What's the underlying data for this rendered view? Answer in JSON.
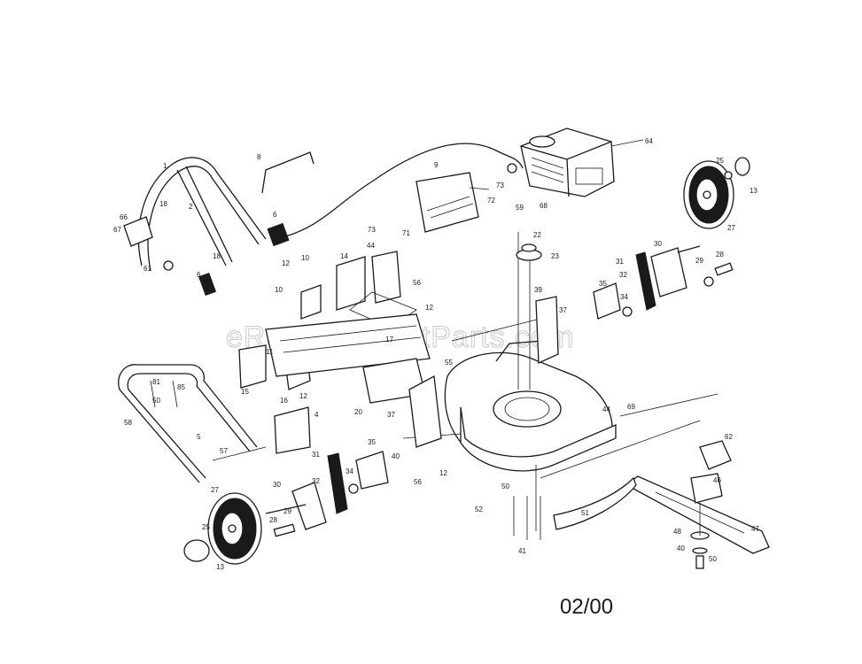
{
  "watermark": "eReplacementParts.com",
  "date_code": "02/00",
  "labels": {
    "l1": "1",
    "l2": "2",
    "l5": "5",
    "l6": "6",
    "l6b": "6",
    "l8": "8",
    "l9": "9",
    "l10": "10",
    "l10b": "10",
    "l11": "11",
    "l12a": "12",
    "l12b": "12",
    "l12c": "12",
    "l12d": "12",
    "l13a": "13",
    "l13b": "13",
    "l14": "14",
    "l15": "15",
    "l16": "16",
    "l17": "17",
    "l18a": "18",
    "l18b": "18",
    "l20": "20",
    "l22": "22",
    "l23": "23",
    "l25a": "25",
    "l25b": "25",
    "l27a": "27",
    "l27b": "27",
    "l28a": "28",
    "l28b": "28",
    "l29a": "29",
    "l29b": "29",
    "l30a": "30",
    "l30b": "30",
    "l31a": "31",
    "l31b": "31",
    "l32a": "32",
    "l32b": "32",
    "l34a": "34",
    "l34b": "34",
    "l35a": "35",
    "l35b": "35",
    "l37a": "37",
    "l37b": "37",
    "l39": "39",
    "l40a": "40",
    "l40b": "40",
    "l41": "41",
    "l44a": "44",
    "l44b": "44",
    "l46": "46",
    "l47": "47",
    "l48": "48",
    "l50a": "50",
    "l50b": "50",
    "l51": "51",
    "l52": "52",
    "l55": "55",
    "l56a": "56",
    "l56b": "56",
    "l57": "57",
    "l58": "58",
    "l59": "59",
    "l61": "61",
    "l62": "62",
    "l64": "64",
    "l66": "66",
    "l67": "67",
    "l68": "68",
    "l69": "69",
    "l71": "71",
    "l72": "72",
    "l73a": "73",
    "l73b": "73",
    "l81": "81",
    "l85": "85",
    "l4": "4"
  }
}
